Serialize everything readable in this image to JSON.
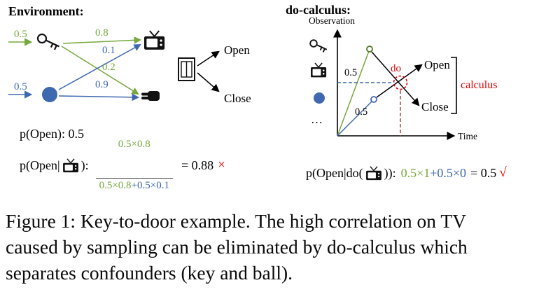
{
  "env": {
    "title": "Environment:",
    "key_prior": "0.5",
    "ball_prior": "0.5",
    "edges": {
      "key_tv": "0.8",
      "ball_tv": "0.1",
      "key_hand": "0.2",
      "ball_hand": "0.9"
    },
    "open_label": "Open",
    "close_label": "Close"
  },
  "do_plot": {
    "title": "do-calculus:",
    "y_axis_label": "Observation",
    "x_axis_label": "Time",
    "key_weight": "0.5",
    "ball_weight": "0.5",
    "do_label": "do",
    "open_label": "Open",
    "close_label": "Close",
    "calculus_label": "calculus",
    "ellipsis": "…"
  },
  "formulas": {
    "p_open": "p(Open): 0.5",
    "conditional": {
      "lhs_open": "p(Open|",
      "lhs_close": "):",
      "numerator": "0.5×0.8",
      "den_green": "0.5×0.8",
      "den_blue": "+0.5×0.1",
      "result": "= 0.88",
      "wrong_mark": "×"
    },
    "do_formula": {
      "lhs_open": "p(Open|do(",
      "lhs_close": ")):",
      "green_term": "0.5×1",
      "blue_term": "+0.5×0",
      "result": "= 0.5",
      "check_mark": "√"
    }
  },
  "caption": {
    "line1": "Figure 1: Key-to-door example. The high correlation on TV",
    "line2": "caused by sampling can be eliminated by do-calculus which",
    "line3": "separates confounders (key and ball)."
  },
  "colors": {
    "green": "#76a83c",
    "blue": "#3e68b0",
    "red": "#e00000"
  }
}
